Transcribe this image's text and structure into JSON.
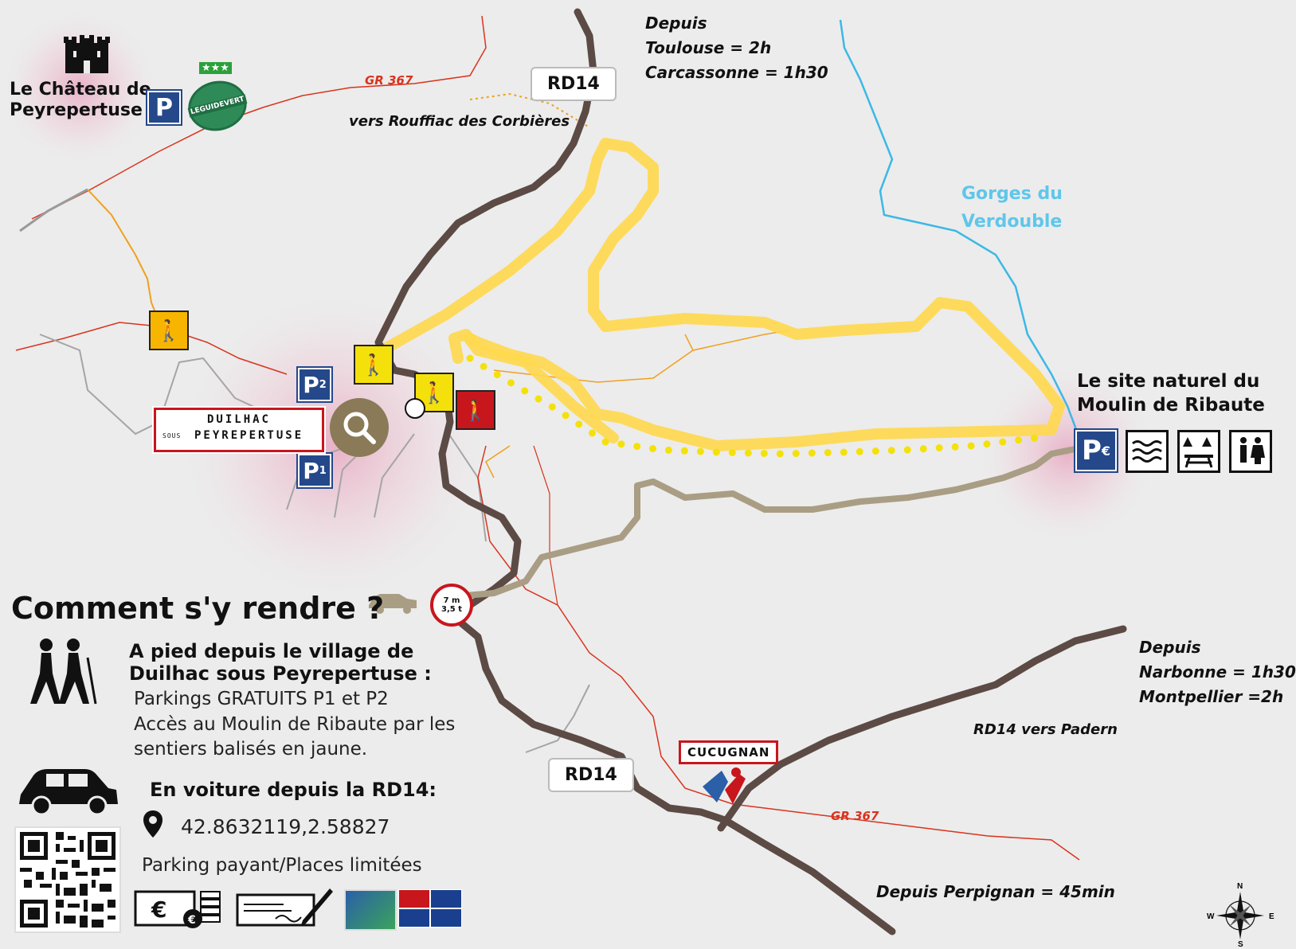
{
  "places": {
    "chateau": "Le Château de\nPeyrepertuse",
    "duilhac_top": "DUILHAC",
    "duilhac_small": "SOUS",
    "duilhac_bottom": "PEYREPERTUSE",
    "moulin": "Le site naturel du\nMoulin de Ribaute",
    "gorges": "Gorges du\nVerdouble",
    "cucugnan": "CUCUGNAN"
  },
  "roads": {
    "rd14_north": "RD14",
    "rd14_south": "RD14",
    "gr367_north": "GR 367",
    "gr367_south": "GR 367",
    "rouffiac": "vers Rouffiac des Corbières",
    "rd14_padern": "RD14 vers Padern",
    "restriction_length": "7 m",
    "restriction_weight": "3,5 t"
  },
  "distances": {
    "north": "Depuis\nToulouse = 2h\nCarcassonne = 1h30",
    "east": "Depuis\nNarbonne = 1h30\nMontpellier =2h",
    "south": "Depuis Perpignan = 45min"
  },
  "parking": {
    "p1": "P",
    "p1_sub": "1",
    "p2": "P",
    "p2_sub": "2",
    "castle": "P",
    "moulin": "P",
    "moulin_sub": "€"
  },
  "badges": {
    "guide_stars": "★★★",
    "guide_name": "LEGUIDEVERT"
  },
  "legend": {
    "heading": "Comment s'y rendre ?",
    "walk_title": "A pied depuis le village de\nDuilhac sous Peyrepertuse :",
    "walk_line1": "Parkings GRATUITS P1 et P2",
    "walk_line2": "Accès au Moulin de Ribaute par les\nsentiers balisés en jaune.",
    "car_title": "En voiture depuis la RD14:",
    "coordinates": "42.8632119,2.58827",
    "car_note": "Parking payant/Places limitées"
  },
  "compass": {
    "n": "N",
    "e": "E",
    "w": "W",
    "s": "S"
  },
  "colors": {
    "road": "#5c4a45",
    "track": "#a99d84",
    "trail_yellow": "#ffd84d",
    "gr": "#d9341e",
    "pr_orange": "#f0a020",
    "river": "#3cb8e6",
    "parking_blue": "#24488a"
  }
}
